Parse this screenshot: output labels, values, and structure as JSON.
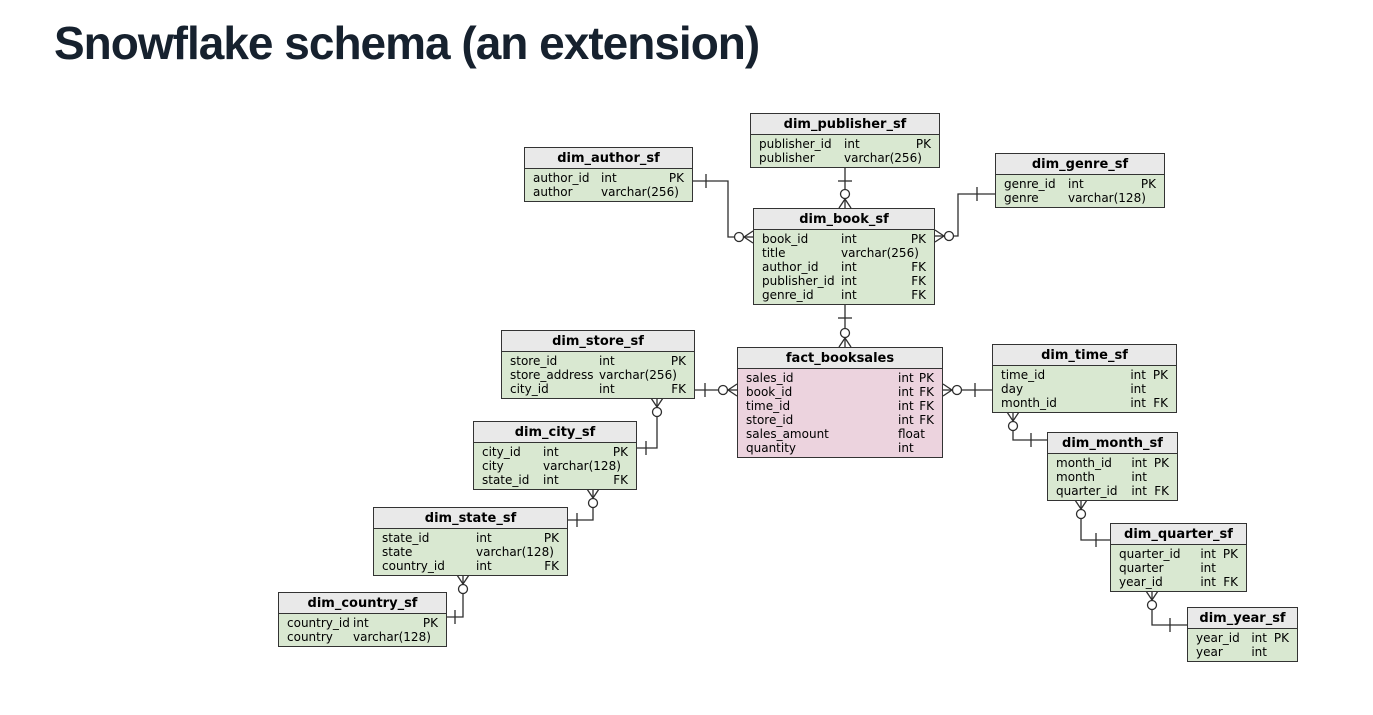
{
  "title": "Snowflake schema (an extension)",
  "colors": {
    "title": "#16212e",
    "table_border": "#333333",
    "header_bg": "#e9e9e9",
    "dimension_bg": "#d9e8d1",
    "fact_bg": "#ecd3de",
    "connector": "#2e2e2e",
    "background": "#ffffff"
  },
  "tables": [
    {
      "id": "dim_publisher_sf",
      "name": "dim_publisher_sf",
      "kind": "dimension",
      "fields": [
        {
          "name": "publisher_id",
          "type": "int",
          "key": "PK"
        },
        {
          "name": "publisher",
          "type": "varchar(256)",
          "key": ""
        }
      ]
    },
    {
      "id": "dim_author_sf",
      "name": "dim_author_sf",
      "kind": "dimension",
      "fields": [
        {
          "name": "author_id",
          "type": "int",
          "key": "PK"
        },
        {
          "name": "author",
          "type": "varchar(256)",
          "key": ""
        }
      ]
    },
    {
      "id": "dim_genre_sf",
      "name": "dim_genre_sf",
      "kind": "dimension",
      "fields": [
        {
          "name": "genre_id",
          "type": "int",
          "key": "PK"
        },
        {
          "name": "genre",
          "type": "varchar(128)",
          "key": ""
        }
      ]
    },
    {
      "id": "dim_book_sf",
      "name": "dim_book_sf",
      "kind": "dimension",
      "fields": [
        {
          "name": "book_id",
          "type": "int",
          "key": "PK"
        },
        {
          "name": "title",
          "type": "varchar(256)",
          "key": ""
        },
        {
          "name": "author_id",
          "type": "int",
          "key": "FK"
        },
        {
          "name": "publisher_id",
          "type": "int",
          "key": "FK"
        },
        {
          "name": "genre_id",
          "type": "int",
          "key": "FK"
        }
      ]
    },
    {
      "id": "dim_store_sf",
      "name": "dim_store_sf",
      "kind": "dimension",
      "fields": [
        {
          "name": "store_id",
          "type": "int",
          "key": "PK"
        },
        {
          "name": "store_address",
          "type": "varchar(256)",
          "key": ""
        },
        {
          "name": "city_id",
          "type": "int",
          "key": "FK"
        }
      ]
    },
    {
      "id": "fact_booksales",
      "name": "fact_booksales",
      "kind": "fact",
      "fields": [
        {
          "name": "sales_id",
          "type": "int",
          "key": "PK"
        },
        {
          "name": "book_id",
          "type": "int",
          "key": "FK"
        },
        {
          "name": "time_id",
          "type": "int",
          "key": "FK"
        },
        {
          "name": "store_id",
          "type": "int",
          "key": "FK"
        },
        {
          "name": "sales_amount",
          "type": "float",
          "key": ""
        },
        {
          "name": "quantity",
          "type": "int",
          "key": ""
        }
      ]
    },
    {
      "id": "dim_time_sf",
      "name": "dim_time_sf",
      "kind": "dimension",
      "fields": [
        {
          "name": "time_id",
          "type": "int",
          "key": "PK"
        },
        {
          "name": "day",
          "type": "int",
          "key": ""
        },
        {
          "name": "month_id",
          "type": "int",
          "key": "FK"
        }
      ]
    },
    {
      "id": "dim_city_sf",
      "name": "dim_city_sf",
      "kind": "dimension",
      "fields": [
        {
          "name": "city_id",
          "type": "int",
          "key": "PK"
        },
        {
          "name": "city",
          "type": "varchar(128)",
          "key": ""
        },
        {
          "name": "state_id",
          "type": "int",
          "key": "FK"
        }
      ]
    },
    {
      "id": "dim_month_sf",
      "name": "dim_month_sf",
      "kind": "dimension",
      "fields": [
        {
          "name": "month_id",
          "type": "int",
          "key": "PK"
        },
        {
          "name": "month",
          "type": "int",
          "key": ""
        },
        {
          "name": "quarter_id",
          "type": "int",
          "key": "FK"
        }
      ]
    },
    {
      "id": "dim_state_sf",
      "name": "dim_state_sf",
      "kind": "dimension",
      "fields": [
        {
          "name": "state_id",
          "type": "int",
          "key": "PK"
        },
        {
          "name": "state",
          "type": "varchar(128)",
          "key": ""
        },
        {
          "name": "country_id",
          "type": "int",
          "key": "FK"
        }
      ]
    },
    {
      "id": "dim_quarter_sf",
      "name": "dim_quarter_sf",
      "kind": "dimension",
      "fields": [
        {
          "name": "quarter_id",
          "type": "int",
          "key": "PK"
        },
        {
          "name": "quarter",
          "type": "int",
          "key": ""
        },
        {
          "name": "year_id",
          "type": "int",
          "key": "FK"
        }
      ]
    },
    {
      "id": "dim_country_sf",
      "name": "dim_country_sf",
      "kind": "dimension",
      "fields": [
        {
          "name": "country_id",
          "type": "int",
          "key": "PK"
        },
        {
          "name": "country",
          "type": "varchar(128)",
          "key": ""
        }
      ]
    },
    {
      "id": "dim_year_sf",
      "name": "dim_year_sf",
      "kind": "dimension",
      "fields": [
        {
          "name": "year_id",
          "type": "int",
          "key": "PK"
        },
        {
          "name": "year",
          "type": "int",
          "key": ""
        }
      ]
    }
  ],
  "relationships": [
    {
      "from": "dim_publisher_sf",
      "from_cardinality": "one",
      "to": "dim_book_sf",
      "to_cardinality": "zero-or-many"
    },
    {
      "from": "dim_author_sf",
      "from_cardinality": "one",
      "to": "dim_book_sf",
      "to_cardinality": "zero-or-many"
    },
    {
      "from": "dim_genre_sf",
      "from_cardinality": "one",
      "to": "dim_book_sf",
      "to_cardinality": "zero-or-many"
    },
    {
      "from": "dim_book_sf",
      "from_cardinality": "one",
      "to": "fact_booksales",
      "to_cardinality": "zero-or-many"
    },
    {
      "from": "dim_store_sf",
      "from_cardinality": "one",
      "to": "fact_booksales",
      "to_cardinality": "zero-or-many"
    },
    {
      "from": "dim_time_sf",
      "from_cardinality": "one",
      "to": "fact_booksales",
      "to_cardinality": "zero-or-many"
    },
    {
      "from": "dim_city_sf",
      "from_cardinality": "one",
      "to": "dim_store_sf",
      "to_cardinality": "zero-or-many"
    },
    {
      "from": "dim_state_sf",
      "from_cardinality": "one",
      "to": "dim_city_sf",
      "to_cardinality": "zero-or-many"
    },
    {
      "from": "dim_country_sf",
      "from_cardinality": "one",
      "to": "dim_state_sf",
      "to_cardinality": "zero-or-many"
    },
    {
      "from": "dim_month_sf",
      "from_cardinality": "one",
      "to": "dim_time_sf",
      "to_cardinality": "zero-or-many"
    },
    {
      "from": "dim_quarter_sf",
      "from_cardinality": "one",
      "to": "dim_month_sf",
      "to_cardinality": "zero-or-many"
    },
    {
      "from": "dim_year_sf",
      "from_cardinality": "one",
      "to": "dim_quarter_sf",
      "to_cardinality": "zero-or-many"
    }
  ]
}
